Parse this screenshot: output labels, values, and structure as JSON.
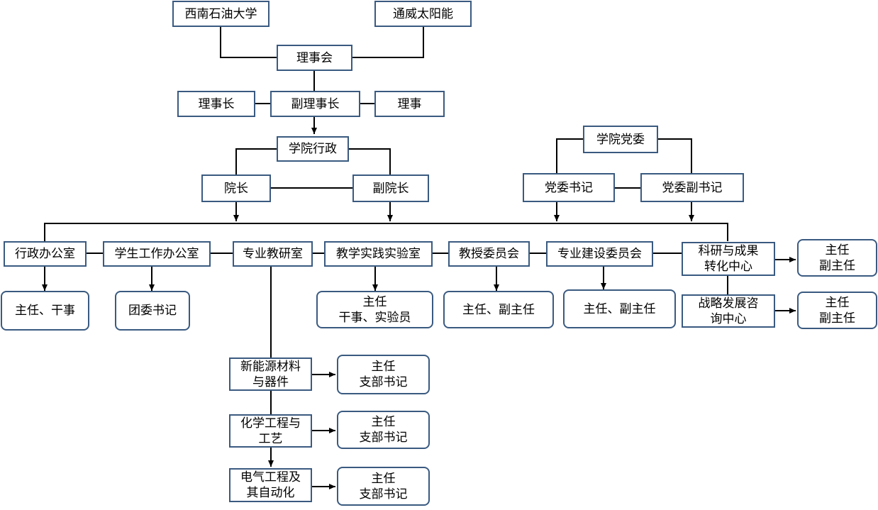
{
  "nodes": {
    "swpu": "西南石油大学",
    "tongwei": "通威太阳能",
    "board": "理事会",
    "chairman": "理事长",
    "vice_chairman": "副理事长",
    "director": "理事",
    "admin": "学院行政",
    "dean": "院长",
    "vice_dean": "副院长",
    "party": "学院党委",
    "party_secretary": "党委书记",
    "party_vice_secretary": "党委副书记",
    "admin_office": "行政办公室",
    "student_office": "学生工作办公室",
    "teaching_office": "专业教研室",
    "lab": "教学实践实验室",
    "professor_committee": "教授委员会",
    "construction_committee": "专业建设委员会",
    "research_center": "科研与成果\n转化中心",
    "strategy_center": "战略发展咨\n询中心",
    "new_energy": "新能源材料\n与器件",
    "chem_eng": "化学工程与\n工艺",
    "elec_eng": "电气工程及\n其自动化"
  },
  "roles": {
    "admin_office": "主任、干事",
    "student_office": "团委书记",
    "lab": "主任\n干事、实验员",
    "professor_committee": "主任、副主任",
    "construction_committee": "主任、副主任",
    "research_center": "主任\n副主任",
    "strategy_center": "主任\n副主任",
    "new_energy": "主任\n支部书记",
    "chem_eng": "主任\n支部书记",
    "elec_eng": "主任\n支部书记"
  },
  "colors": {
    "border": "#3a5a80",
    "line": "#000000"
  }
}
